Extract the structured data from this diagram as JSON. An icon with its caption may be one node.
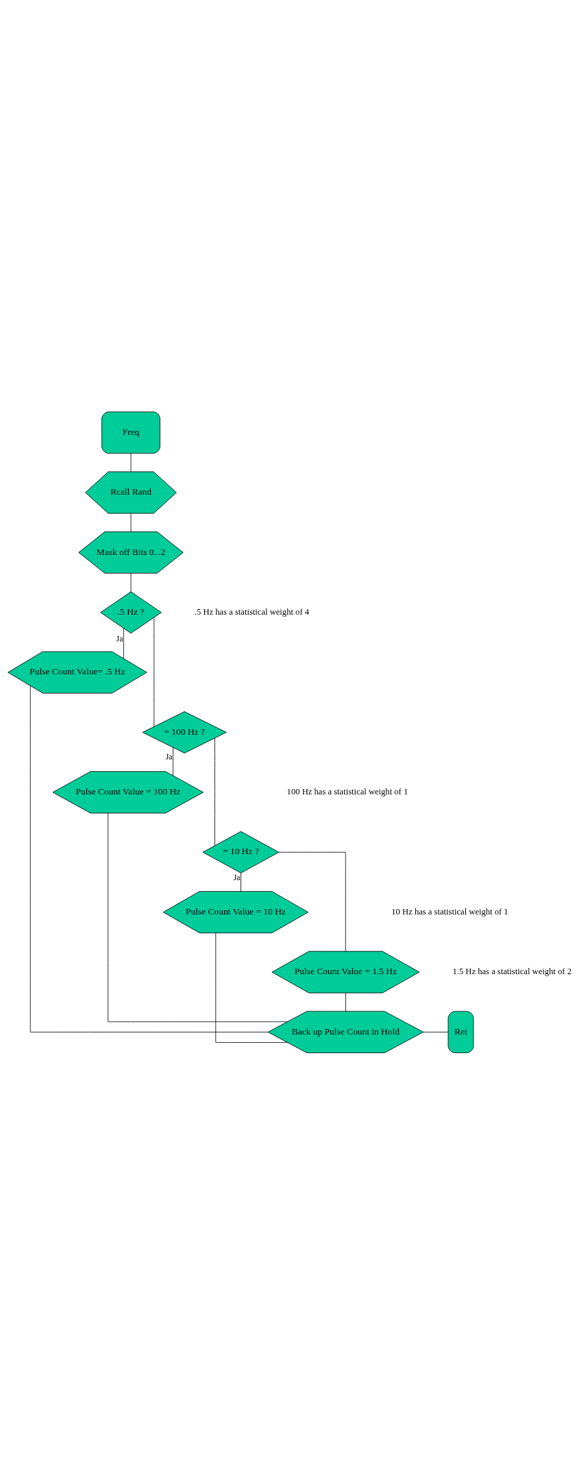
{
  "diagram": {
    "nodes": [
      {
        "text": [
          "Freq"
        ]
      },
      {
        "text": [
          "Rcall Rand"
        ]
      },
      {
        "text": [
          "Mask off Bits 0...2"
        ]
      },
      {
        "text": [
          ".5 Hz ?"
        ]
      },
      {
        "text": [
          "Pulse Count Value= .5 Hz"
        ]
      },
      {
        "text": [
          "= 100 Hz ?"
        ]
      },
      {
        "text": [
          "Pulse Count Value = 100 Hz"
        ]
      },
      {
        "text": [
          "= 10 Hz ?"
        ]
      },
      {
        "text": [
          "Pulse Count Value = 10 Hz"
        ]
      },
      {
        "text": [
          "Pulse Count Value = 1.5 Hz"
        ]
      },
      {
        "text": [
          "Back up Pulse Count in Hold"
        ]
      },
      {
        "text": [
          "Ret"
        ]
      }
    ],
    "edges": [
      {
        "from": 0,
        "to": 1,
        "arrow": "none"
      },
      {
        "from": 1,
        "to": 2,
        "arrow": "none"
      },
      {
        "from": 2,
        "to": 3,
        "arrow": "none"
      },
      {
        "from": 3,
        "to": 4,
        "arrow": "none",
        "label": "Ja"
      },
      {
        "from": 3,
        "to": 5,
        "arrow": "none"
      },
      {
        "from": 5,
        "to": 6,
        "arrow": "none",
        "label": "Ja"
      },
      {
        "from": 5,
        "to": 7,
        "arrow": "none"
      },
      {
        "from": 7,
        "to": 8,
        "arrow": "none",
        "label": "Ja"
      },
      {
        "from": 7,
        "to": 9,
        "arrow": "none"
      },
      {
        "from": 4,
        "to": 10,
        "arrow": "none"
      },
      {
        "from": 6,
        "to": 10,
        "arrow": "none"
      },
      {
        "from": 8,
        "to": 10,
        "arrow": "none"
      },
      {
        "from": 9,
        "to": 10,
        "arrow": "none"
      },
      {
        "from": 10,
        "to": 11,
        "arrow": "none"
      }
    ],
    "labels": [
      ".5 Hz has a statistical weight of 4",
      "100 Hz has a statistical weight of 1",
      "10 Hz has a statistical weight of 1",
      "1.5 Hz has a statistical weight of 2"
    ]
  }
}
